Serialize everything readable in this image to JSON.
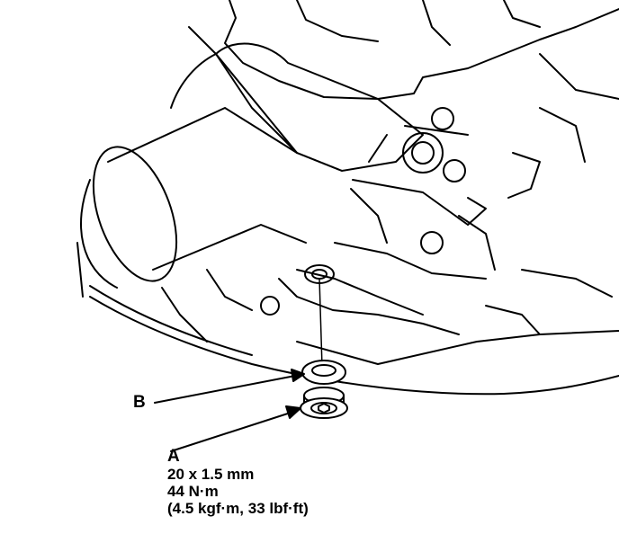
{
  "callouts": {
    "b": {
      "label": "B"
    },
    "a": {
      "label": "A",
      "thread_size": "20 x 1.5 mm",
      "torque_nm": "44 N·m",
      "torque_alt": "(4.5 kgf·m, 33 lbf·ft)"
    }
  },
  "colors": {
    "ink": "#000000",
    "paper": "#ffffff"
  }
}
